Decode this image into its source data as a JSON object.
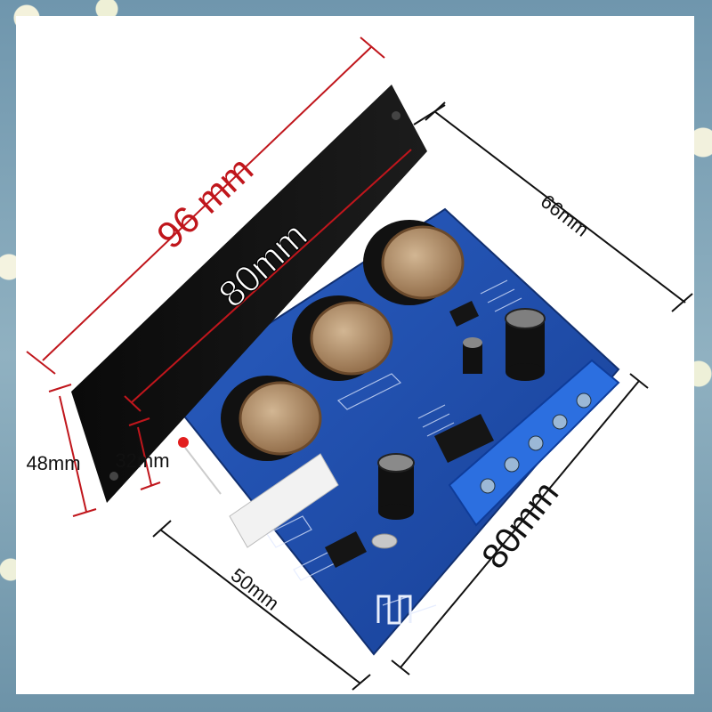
{
  "dimensions": {
    "overall_width": "96 mm",
    "panel_width": "80mm",
    "board_depth": "66mm",
    "overall_height": "48mm",
    "knob_height": "32mm",
    "board_side": "50mm",
    "board_length": "80mm"
  },
  "colors": {
    "dimension_red": "#c0161c",
    "dimension_black": "#111111",
    "pcb_blue": "#1f4fae",
    "terminal_blue": "#2a6fe0",
    "capacitor_black": "#121212",
    "potentiometer_bronze": "#a9865c"
  }
}
